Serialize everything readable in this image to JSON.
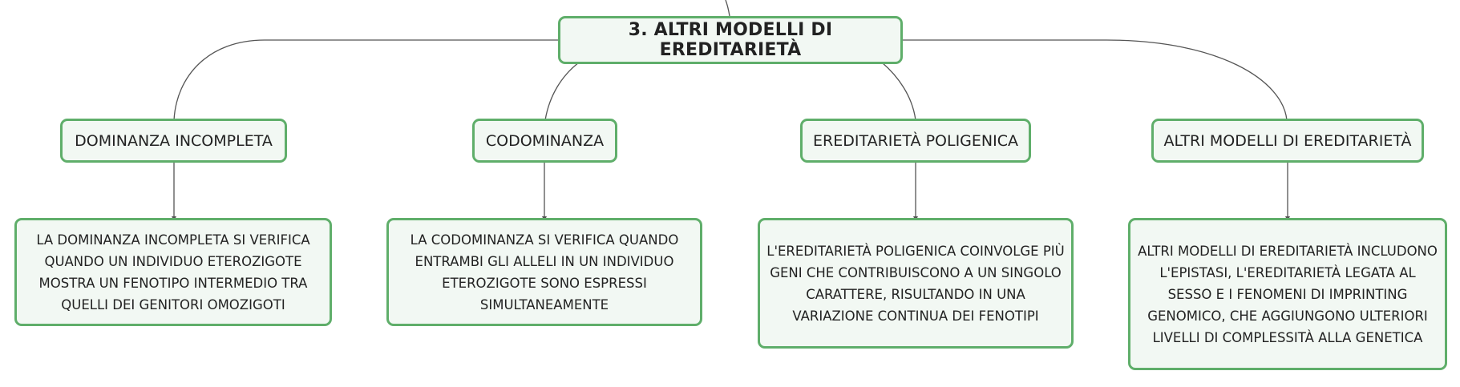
{
  "root": {
    "label": "3. ALTRI MODELLI DI EREDITARIETÀ"
  },
  "branches": [
    {
      "label": "DOMINANZA INCOMPLETA",
      "description": "LA DOMINANZA INCOMPLETA SI VERIFICA QUANDO UN INDIVIDUO ETEROZIGOTE MOSTRA UN FENOTIPO INTERMEDIO TRA QUELLI DEI GENITORI OMOZIGOTI"
    },
    {
      "label": "CODOMINANZA",
      "description": "LA CODOMINANZA SI VERIFICA QUANDO ENTRAMBI GLI ALLELI IN UN INDIVIDUO ETEROZIGOTE SONO ESPRESSI SIMULTANEAMENTE"
    },
    {
      "label": "EREDITARIETÀ POLIGENICA",
      "description": "L'EREDITARIETÀ POLIGENICA COINVOLGE PIÙ GENI CHE CONTRIBUISCONO A UN SINGOLO CARATTERE, RISULTANDO IN UNA VARIAZIONE CONTINUA DEI FENOTIPI"
    },
    {
      "label": "ALTRI MODELLI DI EREDITARIETÀ",
      "description": "ALTRI MODELLI DI EREDITARIETÀ INCLUDONO L'EPISTASI, L'EREDITARIETÀ LEGATA AL SESSO E I FENOMENI DI IMPRINTING GENOMICO, CHE AGGIUNGONO ULTERIORI LIVELLI DI COMPLESSITÀ ALLA GENETICA"
    }
  ],
  "colors": {
    "border": "#5fae6a",
    "fill": "#f2f8f3",
    "line": "#555555",
    "text": "#222222"
  }
}
